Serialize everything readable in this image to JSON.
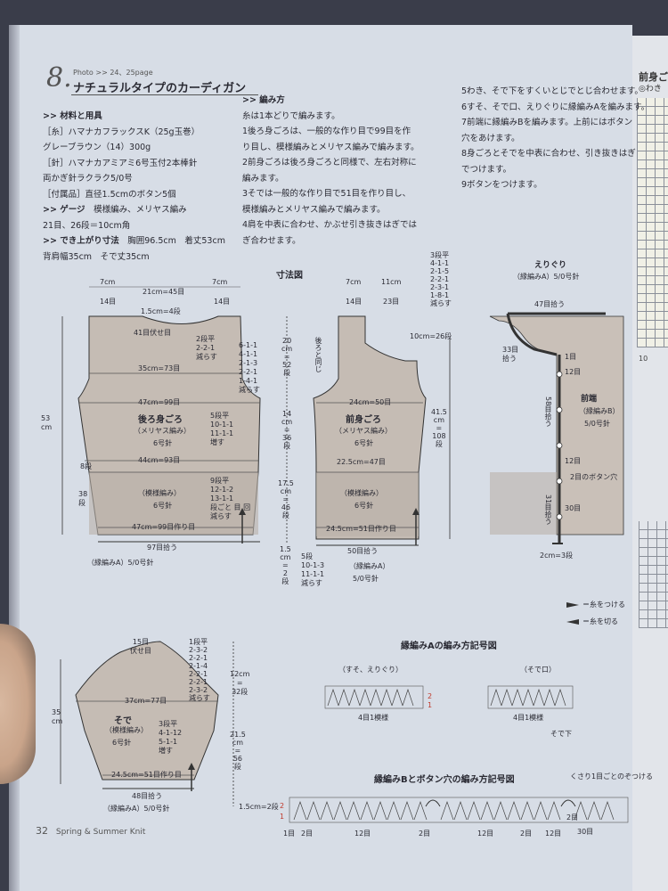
{
  "header": {
    "pattern_no": "8.",
    "photo_ref": "Photo >> 24、25page",
    "title": "ナチュラルタイプのカーディガン"
  },
  "materials": {
    "heading": ">> 材料と用具",
    "lines": [
      "［糸］ハマナカフラックスK（25g玉巻）",
      "グレーブラウン（14）300g",
      "［針］ハマナカアミアミ6号玉付2本棒針",
      "両かぎ針ラクラク5/0号",
      "［付属品］直径1.5cmのボタン5個"
    ],
    "gauge_heading": ">> ゲージ",
    "gauge_text": "模様編み、メリヤス編み",
    "gauge_value": "21目、26段＝10cm角",
    "size_heading": ">> でき上がり寸法",
    "size_text": "胸囲96.5cm　着丈53cm",
    "size_text2": "背肩幅35cm　そで丈35cm"
  },
  "method": {
    "heading": ">> 編み方",
    "lines": [
      "糸は1本どりで編みます。",
      "1後ろ身ごろは、一般的な作り目で99目を作",
      "り目し、模様編みとメリヤス編みで編みます。",
      "2前身ごろは後ろ身ごろと同様で、左右対称に",
      "編みます。",
      "3そでは一般的な作り目で51目を作り目し、",
      "模様編みとメリヤス編みで編みます。",
      "4肩を中表に合わせ、かぶせ引き抜きはぎでは",
      "ぎ合わせます。"
    ],
    "lines2": [
      "5わき、そで下をすくいとじでとじ合わせます。",
      "6すそ、そで口、えりぐりに縁編みAを編みます。",
      "7前端に縁編みBを編みます。上前にはボタン",
      "穴をあけます。",
      "8身ごろとそでを中表に合わせ、引き抜きはぎ",
      "でつけます。",
      "9ボタンをつけます。"
    ]
  },
  "diagram": {
    "title": "寸法図",
    "back": {
      "top_left": "7cm",
      "top_left_rows": "14目",
      "top_mid": "21cm=45目",
      "top_right": "7cm",
      "top_right_rows": "14目",
      "neck": "1.5cm=4段",
      "neck_bind": "41目伏せ目",
      "neck_dec": "2段平\n2-2-1\n減らす",
      "armhole": "6-1-1\n4-1-1\n2-1-3\n2-2-1\n1-4-1\n減らす",
      "width35": "35cm=73目",
      "width47": "47cm=99目",
      "name": "後ろ身ごろ",
      "stitch": "（メリヤス編み）",
      "needle": "6号針",
      "inc": "5段平\n10-1-1\n11-1-1\n増す",
      "height53": "53\ncm",
      "width44": "44cm=93目",
      "rows8": "8段",
      "rows38": "38\n段",
      "pattern": "（模様編み）",
      "needle2": "6号針",
      "dec9": "9段平\n12-1-2\n13-1-1\n段ごと 目 回\n減らす",
      "cast": "47cm=99目作り目",
      "pickup": "97目拾う",
      "edge": "（縁編みA）5/0号針"
    },
    "center": {
      "h20": "20\ncm\n=\n52\n段",
      "h14": "14\ncm\n=\n36\n段",
      "h175": "17.5\ncm\n=\n46\n段",
      "h15": "1.5\ncm\n=\n2\n段"
    },
    "front": {
      "top_left": "7cm",
      "top_left_rows": "14目",
      "top_right": "11cm",
      "top_right_rows": "23目",
      "shoulder": "3段平\n4-1-1\n2-1-5\n2-2-1\n2-3-1\n1-8-1\n減らす",
      "back_same": "後ろと同じ",
      "h10": "10cm=26段",
      "width24": "24cm=50目",
      "name": "前身ごろ",
      "stitch": "（メリヤス編み）",
      "needle": "6号針",
      "h415": "41.5\ncm\n=\n108\n段",
      "width225": "22.5cm=47目",
      "pattern": "（模様編み）",
      "needle2": "6号針",
      "cast": "24.5cm=51目作り目",
      "pickup": "50目拾う",
      "dec": "5段\n10-1-3\n11-1-1\n減らす",
      "edge": "（縁編みA）",
      "edge_needle": "5/0号針"
    },
    "collar": {
      "title": "えりぐり",
      "sub": "（縁編みA）5/0号針",
      "pick47": "47目拾う",
      "pick33": "33目\n拾う",
      "r1": "1目",
      "r12": "12目",
      "r58": "58目拾う",
      "front_edge": "前端",
      "front_edge_sub": "（縁編みB）",
      "front_edge_needle": "5/0号針",
      "r12b": "12目",
      "btn": "2目のボタン穴",
      "r31": "31目拾う",
      "r30": "30目",
      "bottom": "2cm=3段"
    },
    "legend": {
      "join": "＝糸をつける",
      "cut": "＝糸を切る"
    },
    "sleeve": {
      "top15": "15目\n伏せ目",
      "cap": "1段平\n2-3-2\n2-2-1\n2-1-4\n2-2-1\n2-2-1\n2-3-2\n減らす",
      "h12": "12cm\n=\n32段",
      "width37": "37cm=77目",
      "name": "そで",
      "pattern": "（模様編み）",
      "needle": "6号針",
      "inc": "3段平\n4-1-12\n5-1-1\n増す",
      "h215": "21.5\ncm\n=\n56\n段",
      "h35": "35\ncm",
      "cast": "24.5cm=51目作り目",
      "pickup": "48目拾う",
      "edge": "（縁編みA）5/0号針",
      "h15b": "1.5cm=2段"
    },
    "edgingA": {
      "title": "縁編みAの編み方記号図",
      "left_label": "（すそ、えりぐり）",
      "left_repeat": "4目1模様",
      "right_label": "（そで口）",
      "right_repeat": "4目1模様",
      "under": "そで下",
      "row2": "2",
      "row1": "1"
    },
    "edgingB": {
      "title": "縁編みBとボタン穴の編み方記号図",
      "loop": "くさり1目ごとのぞつける",
      "labels": [
        "1目",
        "2目",
        "12目",
        "2目",
        "12目",
        "2目",
        "12目",
        "2目",
        "30目"
      ],
      "row2": "2",
      "row1": "1"
    }
  },
  "footer": {
    "page": "32",
    "text": "Spring & Summer Knit"
  },
  "right_page": {
    "title": "前身ご",
    "sub": "◎わき",
    "num": "10"
  }
}
